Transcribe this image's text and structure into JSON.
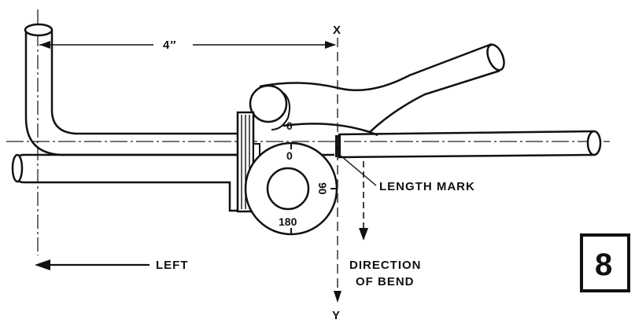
{
  "diagram": {
    "dimension_label": "4″",
    "axis_x_label": "X",
    "axis_y_label": "Y",
    "dial_0_upper": "0",
    "dial_0_lower": "0",
    "dial_90": "90",
    "dial_180": "180",
    "length_mark_label": "LENGTH MARK",
    "left_label": "LEFT",
    "direction_line1": "DIRECTION",
    "direction_line2": "OF BEND",
    "figure_number": "8"
  }
}
